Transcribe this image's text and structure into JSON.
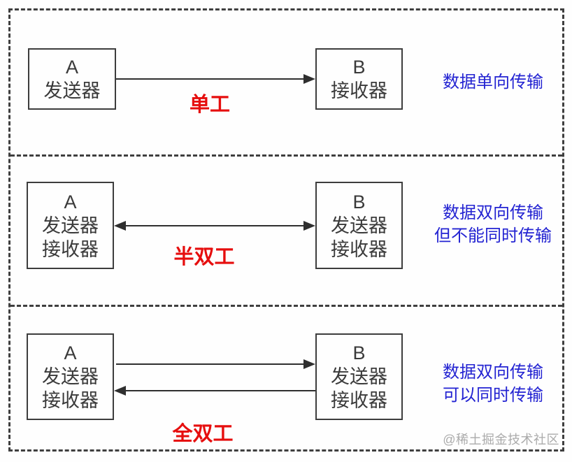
{
  "colors": {
    "mode_label": "#e60e0e",
    "description": "#2323d2",
    "line": "#2f2f2f",
    "box_border": "#3d3d3d",
    "box_text": "#3a3a3a",
    "frame": "#3f3f3f",
    "watermark": "#ababab",
    "background": "#fefefe"
  },
  "panels": [
    {
      "mode_label": "单工",
      "description_lines": [
        "数据单向传输"
      ],
      "box_a": {
        "title": "A",
        "lines": [
          "发送器"
        ]
      },
      "box_b": {
        "title": "B",
        "lines": [
          "接收器"
        ]
      },
      "arrow_direction": "a-to-b"
    },
    {
      "mode_label": "半双工",
      "description_lines": [
        "数据双向传输",
        "但不能同时传输"
      ],
      "box_a": {
        "title": "A",
        "lines": [
          "发送器",
          "接收器"
        ]
      },
      "box_b": {
        "title": "B",
        "lines": [
          "发送器",
          "接收器"
        ]
      },
      "arrow_direction": "bidirectional-alternate"
    },
    {
      "mode_label": "全双工",
      "description_lines": [
        "数据双向传输",
        "可以同时传输"
      ],
      "box_a": {
        "title": "A",
        "lines": [
          "发送器",
          "接收器"
        ]
      },
      "box_b": {
        "title": "B",
        "lines": [
          "发送器",
          "接收器"
        ]
      },
      "arrow_direction": "bidirectional-simultaneous"
    }
  ],
  "watermark": "@稀土掘金技术社区"
}
